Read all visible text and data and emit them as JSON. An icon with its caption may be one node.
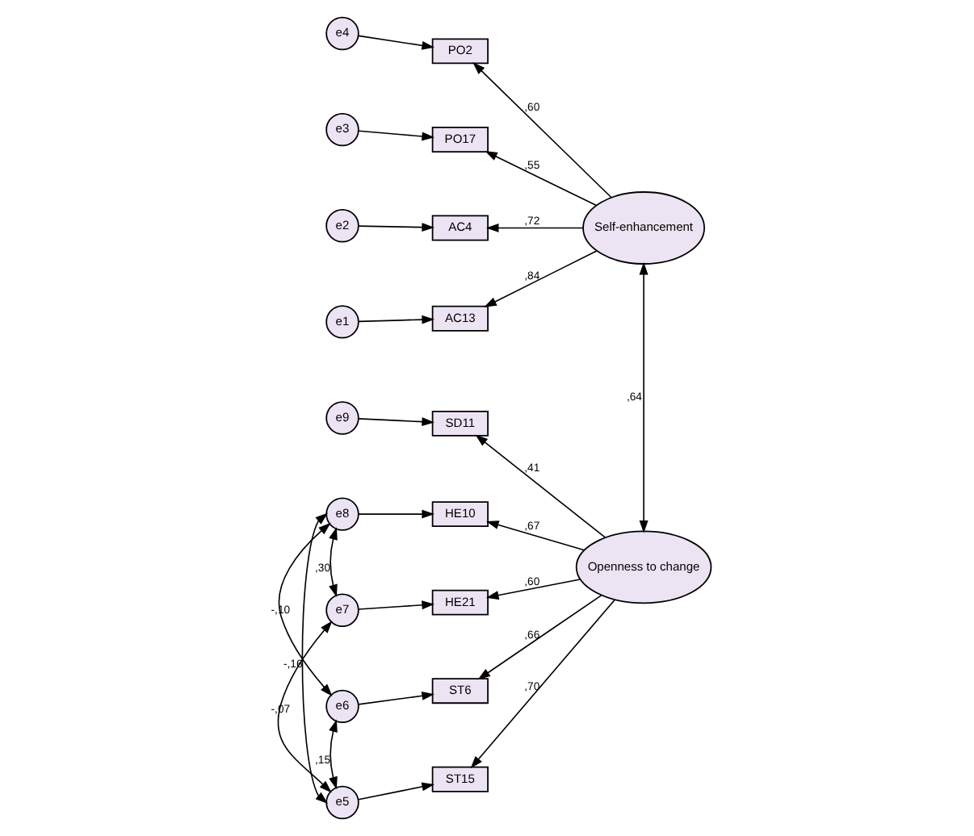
{
  "diagram": {
    "nodes": [
      {
        "text": [
          "e4"
        ]
      },
      {
        "text": [
          "PO2"
        ]
      },
      {
        "text": [
          "e3"
        ]
      },
      {
        "text": [
          "PO17"
        ]
      },
      {
        "text": [
          "e2"
        ]
      },
      {
        "text": [
          "AC4"
        ]
      },
      {
        "text": [
          "e1"
        ]
      },
      {
        "text": [
          "AC13"
        ]
      },
      {
        "text": [
          "Self-enhancement"
        ]
      },
      {
        "text": [
          "e9"
        ]
      },
      {
        "text": [
          "SD11"
        ]
      },
      {
        "text": [
          "e8"
        ]
      },
      {
        "text": [
          "HE10"
        ]
      },
      {
        "text": [
          "e7"
        ]
      },
      {
        "text": [
          "HE21"
        ]
      },
      {
        "text": [
          "e6"
        ]
      },
      {
        "text": [
          "ST6"
        ]
      },
      {
        "text": [
          "e5"
        ]
      },
      {
        "text": [
          "ST15"
        ]
      },
      {
        "text": [
          "Openness to change"
        ]
      }
    ],
    "edges": [
      {
        "from": 0,
        "to": 1,
        "arrow": "to"
      },
      {
        "from": 2,
        "to": 3,
        "arrow": "to"
      },
      {
        "from": 4,
        "to": 5,
        "arrow": "to"
      },
      {
        "from": 6,
        "to": 7,
        "arrow": "to"
      },
      {
        "from": 8,
        "to": 1,
        "arrow": "to",
        "label": ",60"
      },
      {
        "from": 8,
        "to": 3,
        "arrow": "to",
        "label": ",55"
      },
      {
        "from": 8,
        "to": 5,
        "arrow": "to",
        "label": ",72"
      },
      {
        "from": 8,
        "to": 7,
        "arrow": "to",
        "label": ",84"
      },
      {
        "from": 9,
        "to": 10,
        "arrow": "to"
      },
      {
        "from": 11,
        "to": 12,
        "arrow": "to"
      },
      {
        "from": 13,
        "to": 14,
        "arrow": "to"
      },
      {
        "from": 15,
        "to": 16,
        "arrow": "to"
      },
      {
        "from": 17,
        "to": 18,
        "arrow": "to"
      },
      {
        "from": 19,
        "to": 10,
        "arrow": "to",
        "label": ",41"
      },
      {
        "from": 19,
        "to": 12,
        "arrow": "to",
        "label": ",67"
      },
      {
        "from": 19,
        "to": 14,
        "arrow": "to",
        "label": ",60"
      },
      {
        "from": 19,
        "to": 16,
        "arrow": "to",
        "label": ",66"
      },
      {
        "from": 19,
        "to": 18,
        "arrow": "to",
        "label": ",70"
      },
      {
        "from": 8,
        "to": 19,
        "arrow": "both",
        "label": ",64"
      },
      {
        "from": 11,
        "to": 13,
        "arrow": "both",
        "label": ",30"
      },
      {
        "from": 11,
        "to": 15,
        "arrow": "both",
        "label": "-,10"
      },
      {
        "from": 11,
        "to": 17,
        "arrow": "both",
        "label": "-,16"
      },
      {
        "from": 13,
        "to": 17,
        "arrow": "both",
        "label": "-,07"
      },
      {
        "from": 15,
        "to": 17,
        "arrow": "both",
        "label": ",15"
      }
    ]
  }
}
